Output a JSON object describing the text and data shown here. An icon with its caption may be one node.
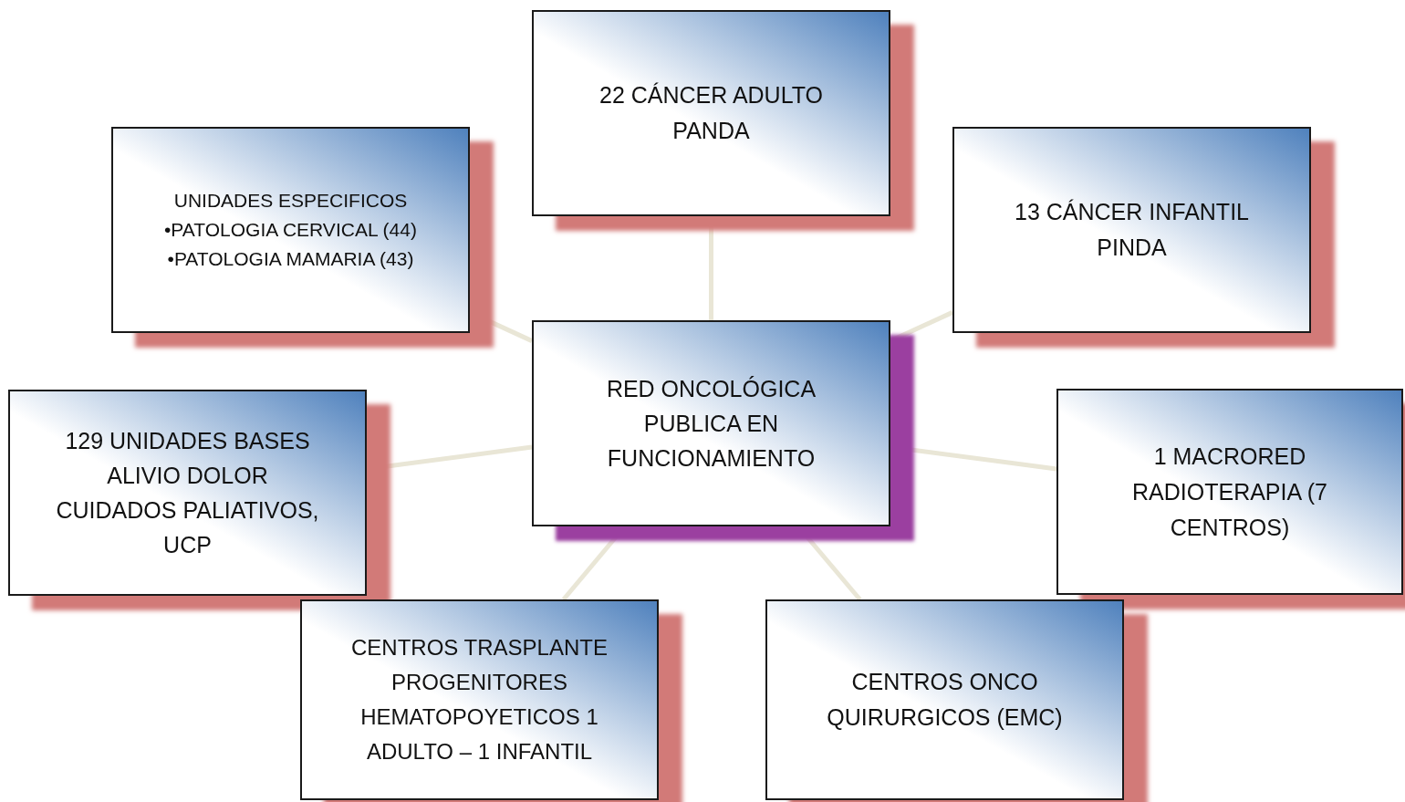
{
  "diagram": {
    "nodes": [
      {
        "text": [
          "22  CÁNCER ADULTO PANDA"
        ]
      },
      {
        "text": [
          "UNIDADES  ESPECIFICOS",
          "•PATOLOGIA CERVICAL (44)",
          "•PATOLOGIA MAMARIA (43)"
        ]
      },
      {
        "text": [
          "13 CÁNCER INFANTIL PINDA"
        ]
      },
      {
        "text": [
          "RED ONCOLÓGICA PUBLICA EN FUNCIONAMIENTO"
        ]
      },
      {
        "text": [
          "129 UNIDADES BASES ALIVIO DOLOR CUIDADOS PALIATIVOS,  UCP"
        ]
      },
      {
        "text": [
          "1 MACRORED RADIOTERAPIA (7 CENTROS)"
        ]
      },
      {
        "text": [
          "CENTROS TRASPLANTE PROGENITORES HEMATOPOYETICOS 1 ADULTO – 1 INFANTIL"
        ]
      },
      {
        "text": [
          "CENTROS ONCO QUIRURGICOS (EMC)"
        ]
      }
    ],
    "edges": [
      {
        "from": 3,
        "to": 0,
        "arrow": "none"
      },
      {
        "from": 3,
        "to": 1,
        "arrow": "none"
      },
      {
        "from": 3,
        "to": 2,
        "arrow": "none"
      },
      {
        "from": 3,
        "to": 4,
        "arrow": "none"
      },
      {
        "from": 3,
        "to": 5,
        "arrow": "none"
      },
      {
        "from": 3,
        "to": 6,
        "arrow": "none"
      },
      {
        "from": 3,
        "to": 7,
        "arrow": "none"
      }
    ]
  }
}
